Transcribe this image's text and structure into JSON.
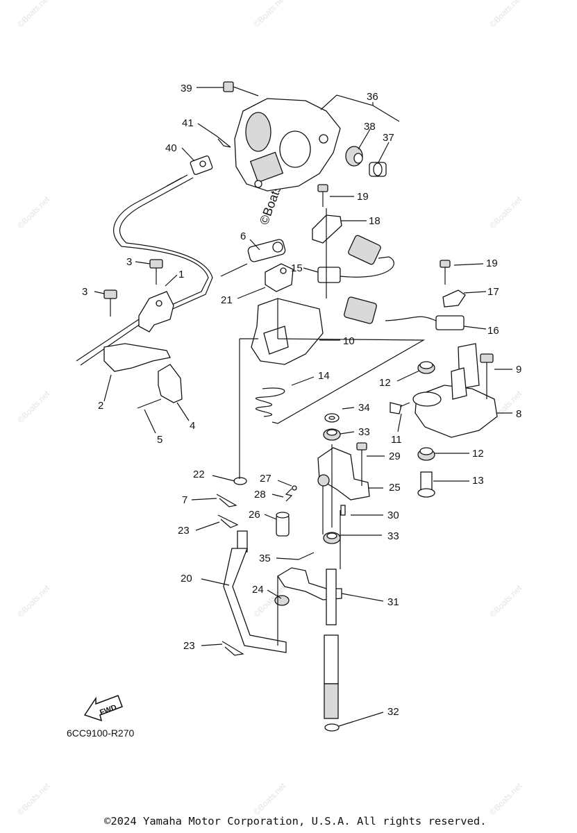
{
  "diagram": {
    "callouts": [
      {
        "id": "c39",
        "label": "39"
      },
      {
        "id": "c41",
        "label": "41"
      },
      {
        "id": "c40",
        "label": "40"
      },
      {
        "id": "c36",
        "label": "36"
      },
      {
        "id": "c38",
        "label": "38"
      },
      {
        "id": "c37",
        "label": "37"
      },
      {
        "id": "c19a",
        "label": "19"
      },
      {
        "id": "c18",
        "label": "18"
      },
      {
        "id": "c6",
        "label": "6"
      },
      {
        "id": "c3a",
        "label": "3"
      },
      {
        "id": "c1",
        "label": "1"
      },
      {
        "id": "c3b",
        "label": "3"
      },
      {
        "id": "c15",
        "label": "15"
      },
      {
        "id": "c19b",
        "label": "19"
      },
      {
        "id": "c17",
        "label": "17"
      },
      {
        "id": "c21",
        "label": "21"
      },
      {
        "id": "c16",
        "label": "16"
      },
      {
        "id": "c10",
        "label": "10"
      },
      {
        "id": "c9",
        "label": "9"
      },
      {
        "id": "c14",
        "label": "14"
      },
      {
        "id": "c12a",
        "label": "12"
      },
      {
        "id": "c2",
        "label": "2"
      },
      {
        "id": "c4",
        "label": "4"
      },
      {
        "id": "c34",
        "label": "34"
      },
      {
        "id": "c8",
        "label": "8"
      },
      {
        "id": "c5",
        "label": "5"
      },
      {
        "id": "c11",
        "label": "11"
      },
      {
        "id": "c33a",
        "label": "33"
      },
      {
        "id": "c29",
        "label": "29"
      },
      {
        "id": "c12b",
        "label": "12"
      },
      {
        "id": "c22",
        "label": "22"
      },
      {
        "id": "c27",
        "label": "27"
      },
      {
        "id": "c13",
        "label": "13"
      },
      {
        "id": "c25",
        "label": "25"
      },
      {
        "id": "c28",
        "label": "28"
      },
      {
        "id": "c7",
        "label": "7"
      },
      {
        "id": "c26",
        "label": "26"
      },
      {
        "id": "c30",
        "label": "30"
      },
      {
        "id": "c23a",
        "label": "23"
      },
      {
        "id": "c33b",
        "label": "33"
      },
      {
        "id": "c35",
        "label": "35"
      },
      {
        "id": "c20",
        "label": "20"
      },
      {
        "id": "c24",
        "label": "24"
      },
      {
        "id": "c31",
        "label": "31"
      },
      {
        "id": "c23b",
        "label": "23"
      },
      {
        "id": "c32",
        "label": "32"
      }
    ],
    "fwd_label": "FWD",
    "diagram_code": "6CC9100-R270",
    "watermark": "©Boats.net",
    "copyright": "©2024 Yamaha Motor Corporation, U.S.A. All rights reserved."
  }
}
